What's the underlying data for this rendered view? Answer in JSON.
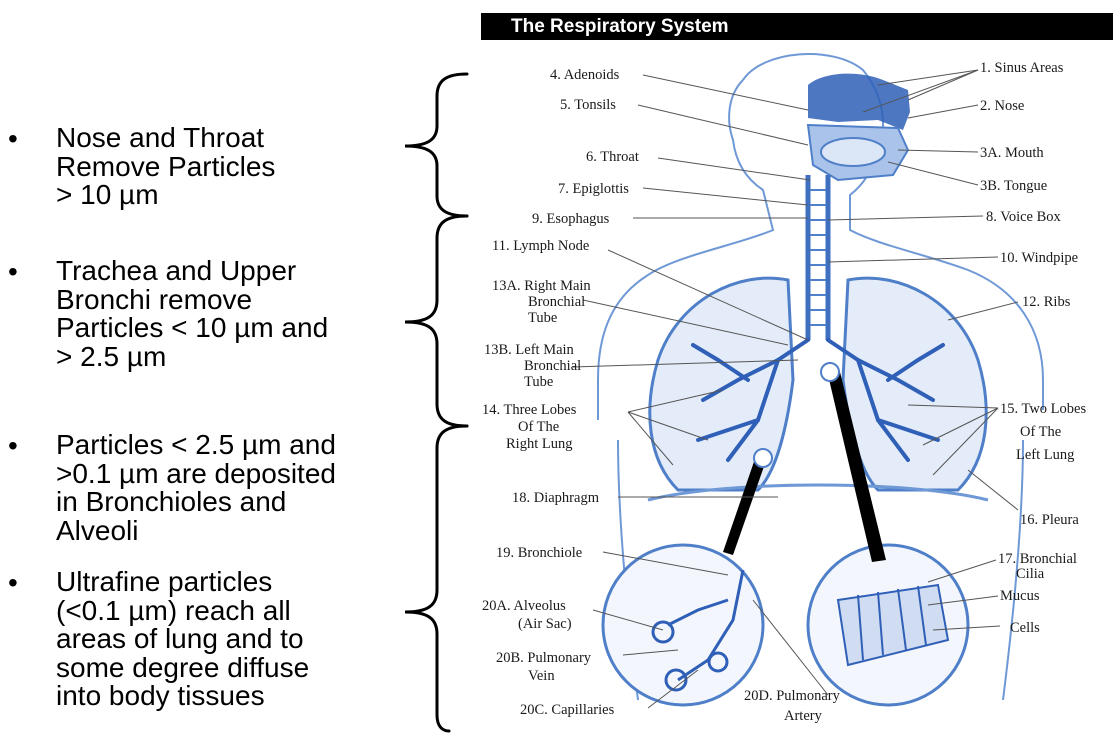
{
  "bullets": [
    {
      "marker": "•",
      "text": "Nose and Throat\nRemove Particles\n> 10 µm"
    },
    {
      "marker": "•",
      "text": "Trachea and Upper\nBronchi remove\nParticles < 10 µm and\n> 2.5 µm"
    },
    {
      "marker": "•",
      "text": "Particles < 2.5 µm and\n>0.1 µm are deposited\nin Bronchioles and\nAlveoli"
    },
    {
      "marker": "•",
      "text": "Ultrafine particles\n(<0.1 µm) reach all\nareas of lung and to\nsome degree diffuse\ninto body tissues"
    }
  ],
  "figure": {
    "title": "The Respiratory System",
    "labels": {
      "sinus": "1. Sinus Areas",
      "nose": "2. Nose",
      "mouth": "3A. Mouth",
      "tongue": "3B. Tongue",
      "adenoids": "4. Adenoids",
      "tonsils": "5. Tonsils",
      "throat": "6. Throat",
      "epiglottis": "7. Epiglottis",
      "voicebox": "8. Voice Box",
      "esophagus": "9. Esophagus",
      "windpipe": "10. Windpipe",
      "lymph": "11. Lymph Node",
      "ribs": "12. Ribs",
      "rmb1": "13A. Right Main",
      "rmb2": "Bronchial",
      "rmb3": "Tube",
      "lmb1": "13B. Left Main",
      "lmb2": "Bronchial",
      "lmb3": "Tube",
      "rlobes1": "14. Three Lobes",
      "rlobes2": "Of The",
      "rlobes3": "Right Lung",
      "llobes1": "15. Two Lobes",
      "llobes2": "Of The",
      "llobes3": "Left Lung",
      "pleura": "16. Pleura",
      "cilia1": "17. Bronchial",
      "cilia2": "Cilia",
      "mucus": "Mucus",
      "cells": "Cells",
      "diaphragm": "18. Diaphragm",
      "bronchiole": "19. Bronchiole",
      "alveolus1": "20A. Alveolus",
      "alveolus2": "(Air Sac)",
      "pvein1": "20B. Pulmonary",
      "pvein2": "Vein",
      "capillaries": "20C. Capillaries",
      "partery1": "20D. Pulmonary",
      "partery2": "Artery"
    }
  },
  "colors": {
    "illustration": "#4f7fc8",
    "illustration_light": "#a9c3ea",
    "sinus_fill": "#2f5fb7"
  }
}
